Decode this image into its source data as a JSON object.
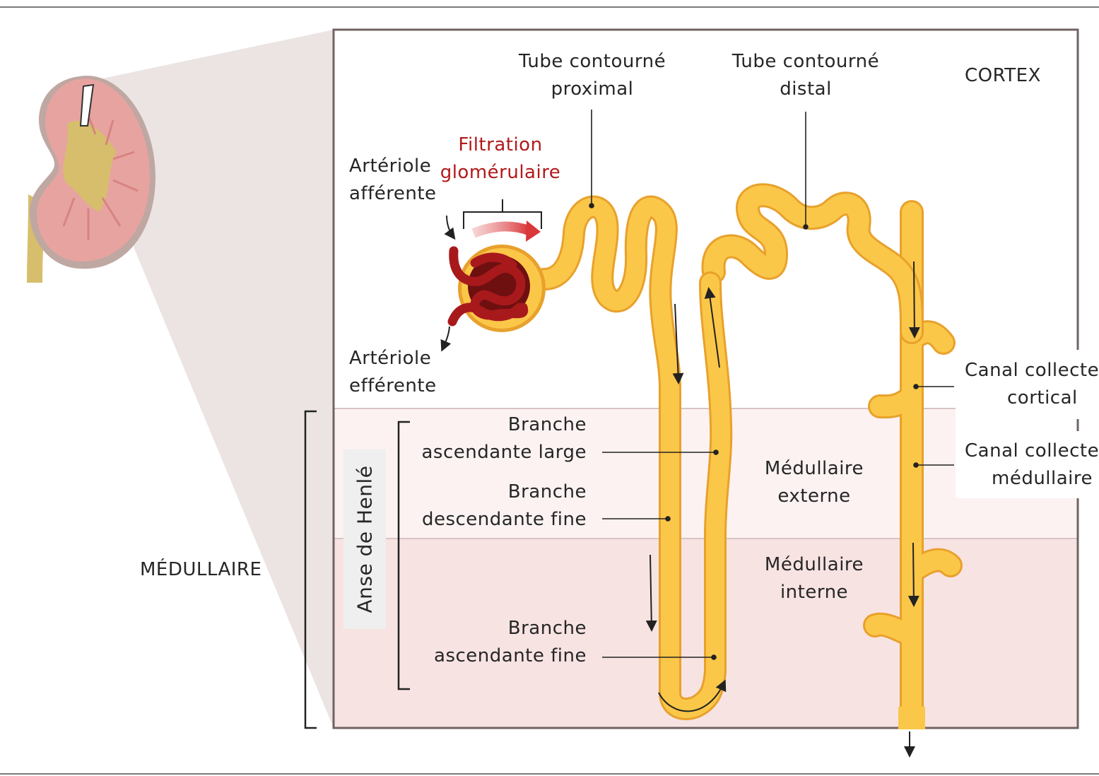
{
  "regions": {
    "cortex": "CORTEX",
    "medullaire": "MÉDULLAIRE",
    "medullaire_externe": [
      "Médullaire",
      "externe"
    ],
    "medullaire_interne": [
      "Médullaire",
      "interne"
    ]
  },
  "labels": {
    "tube_proximal": [
      "Tube contourné",
      "proximal"
    ],
    "tube_distal": [
      "Tube contourné",
      "distal"
    ],
    "filtration": [
      "Filtration",
      "glomérulaire"
    ],
    "arteriole_afferente": [
      "Artériole",
      "afférente"
    ],
    "arteriole_efferente": [
      "Artériole",
      "efférente"
    ],
    "branche_asc_large": [
      "Branche",
      "ascendante large"
    ],
    "branche_desc_fine": [
      "Branche",
      "descendante fine"
    ],
    "branche_asc_fine": [
      "Branche",
      "ascendante fine"
    ],
    "canal_cortical": [
      "Canal collecteur",
      "cortical"
    ],
    "canal_medullaire": [
      "Canal collecteur",
      "médullaire"
    ],
    "anse_henle": "Anse de Henlé"
  },
  "colors": {
    "tube_fill": "#fbc748",
    "tube_stroke": "#e8a12c",
    "capillary": "#a8191c",
    "glomerulus_dark": "#6e0f10",
    "medulla_outer": "#fcf2f2",
    "medulla_inner": "#f8e3e3",
    "frame": "#6f6463",
    "projection": "#ebe4e3",
    "kidney": "#e7a3a0",
    "kidney_dark": "#d78480",
    "pelvis": "#d6be6c",
    "filtration_text": "#b3191b"
  }
}
